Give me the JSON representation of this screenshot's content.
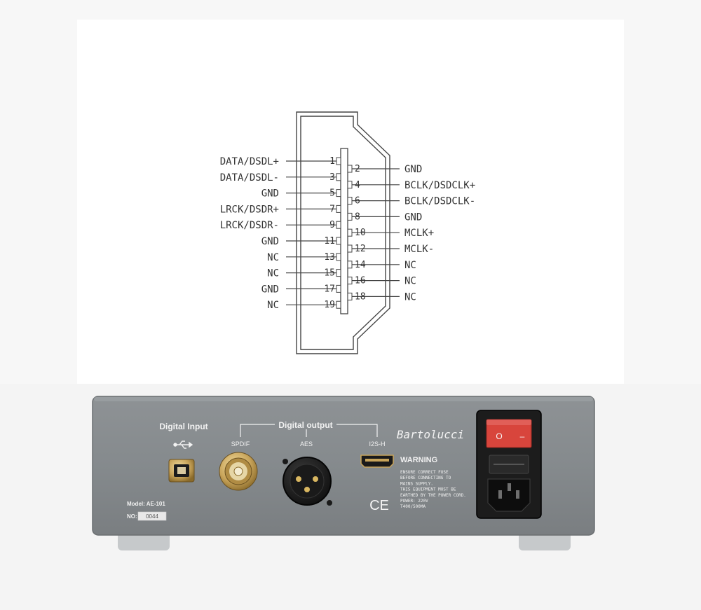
{
  "pinout": {
    "left_pins": [
      {
        "num": "1",
        "label": "DATA/DSDL+"
      },
      {
        "num": "3",
        "label": "DATA/DSDL-"
      },
      {
        "num": "5",
        "label": "GND"
      },
      {
        "num": "7",
        "label": "LRCK/DSDR+"
      },
      {
        "num": "9",
        "label": "LRCK/DSDR-"
      },
      {
        "num": "11",
        "label": "GND"
      },
      {
        "num": "13",
        "label": "NC"
      },
      {
        "num": "15",
        "label": "NC"
      },
      {
        "num": "17",
        "label": "GND"
      },
      {
        "num": "19",
        "label": "NC"
      }
    ],
    "right_pins": [
      {
        "num": "2",
        "label": "GND"
      },
      {
        "num": "4",
        "label": "BCLK/DSDCLK+"
      },
      {
        "num": "6",
        "label": "BCLK/DSDCLK-"
      },
      {
        "num": "8",
        "label": "GND"
      },
      {
        "num": "10",
        "label": "MCLK+"
      },
      {
        "num": "12",
        "label": "MCLK-"
      },
      {
        "num": "14",
        "label": "NC"
      },
      {
        "num": "16",
        "label": "NC"
      },
      {
        "num": "18",
        "label": "NC"
      }
    ]
  },
  "panel": {
    "digital_input": "Digital Input",
    "digital_output": "Digital output",
    "spdif": "SPDIF",
    "aes": "AES",
    "i2s": "I2S-H",
    "brand": "Bartolucci",
    "warning_title": "WARNING",
    "warning_lines": [
      "ENSURE CORRECT FUSE",
      "BEFORE CONNECTING TO",
      "MAINS SUPPLY.",
      "THIS EQUIPMENT MUST BE",
      "EARTHED BY THE POWER CORD.",
      "POWER: 220V",
      "T400/500MA"
    ],
    "ce_mark": "CE",
    "model": "Model: AE-101",
    "serial_label": "NO:",
    "serial_value": "0044",
    "switch_off": "O",
    "switch_on": "–"
  },
  "colors": {
    "panel": "#85898c",
    "panel_edge": "#6a6e71",
    "switch_red": "#d8453c",
    "connector_gold": "#c8a45a",
    "label_white": "#f2f2f2"
  },
  "icons": {
    "usb": "usb-icon"
  }
}
